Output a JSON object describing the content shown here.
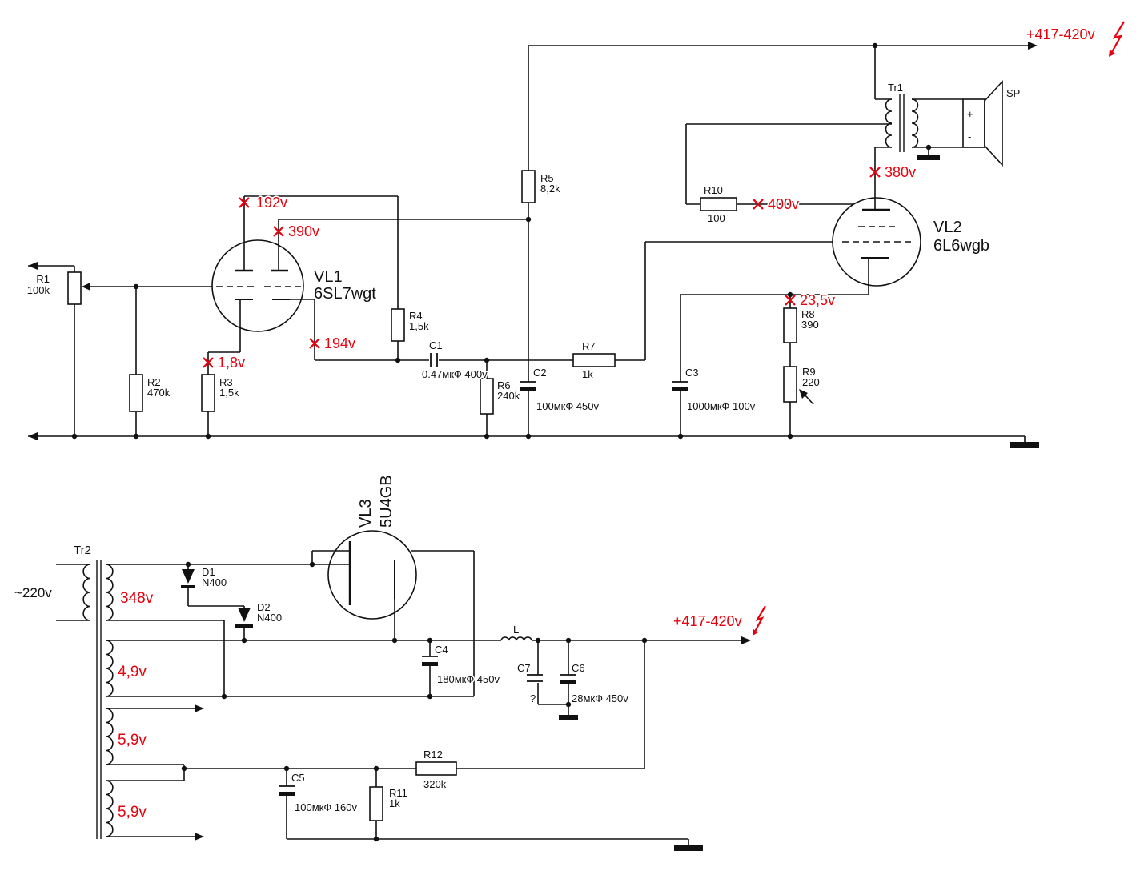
{
  "colors": {
    "accent_red": "#e8000d",
    "line": "#111111"
  },
  "rails": {
    "top": "+417-420v",
    "mid": "+417-420v"
  },
  "voltages": {
    "vl1_anode1": "192v",
    "vl1_anode2": "390v",
    "vl1_cathode2": "194v",
    "vl1_cathode1": "1,8v",
    "vl2_cathode": "23,5v",
    "vl2_screen": "400v",
    "vl2_anode": "380v"
  },
  "tubes": {
    "vl1": {
      "name": "VL1",
      "type": "6SL7wgt"
    },
    "vl2": {
      "name": "VL2",
      "type": "6L6wgb"
    },
    "vl3": {
      "name": "VL3",
      "type": "5U4GB"
    }
  },
  "transformers": {
    "tr1": {
      "name": "Tr1"
    },
    "tr2": {
      "name": "Tr2",
      "mains": "~220v",
      "hv_winding": "348v",
      "rectifier_heater": "4,9v",
      "heater1": "5,9v",
      "heater2": "5,9v"
    }
  },
  "speaker": {
    "name": "SP",
    "plus": "+",
    "minus": "-"
  },
  "inductor": {
    "name": "L"
  },
  "diodes": {
    "d1": {
      "name": "D1",
      "type": "N400"
    },
    "d2": {
      "name": "D2",
      "type": "N400"
    }
  },
  "resistors": {
    "r1": {
      "name": "R1",
      "value": "100k"
    },
    "r2": {
      "name": "R2",
      "value": "470k"
    },
    "r3": {
      "name": "R3",
      "value": "1,5k"
    },
    "r4": {
      "name": "R4",
      "value": "1,5k"
    },
    "r5": {
      "name": "R5",
      "value": "8,2k"
    },
    "r6": {
      "name": "R6",
      "value": "240k"
    },
    "r7": {
      "name": "R7",
      "value": "1k"
    },
    "r8": {
      "name": "R8",
      "value": "390"
    },
    "r9": {
      "name": "R9",
      "value": "220"
    },
    "r10": {
      "name": "R10",
      "value": "100"
    },
    "r11": {
      "name": "R11",
      "value": "1k"
    },
    "r12": {
      "name": "R12",
      "value": "320k"
    }
  },
  "capacitors": {
    "c1": {
      "name": "C1",
      "value": "0.47мкФ 400v"
    },
    "c2": {
      "name": "C2",
      "value": "100мкФ 450v"
    },
    "c3": {
      "name": "C3",
      "value": "1000мкФ 100v"
    },
    "c4": {
      "name": "C4",
      "value": "180мкФ 450v"
    },
    "c5": {
      "name": "C5",
      "value": "100мкФ 160v"
    },
    "c6": {
      "name": "C6",
      "value": "28мкФ 450v"
    },
    "c7": {
      "name": "C7",
      "value": "?"
    }
  }
}
